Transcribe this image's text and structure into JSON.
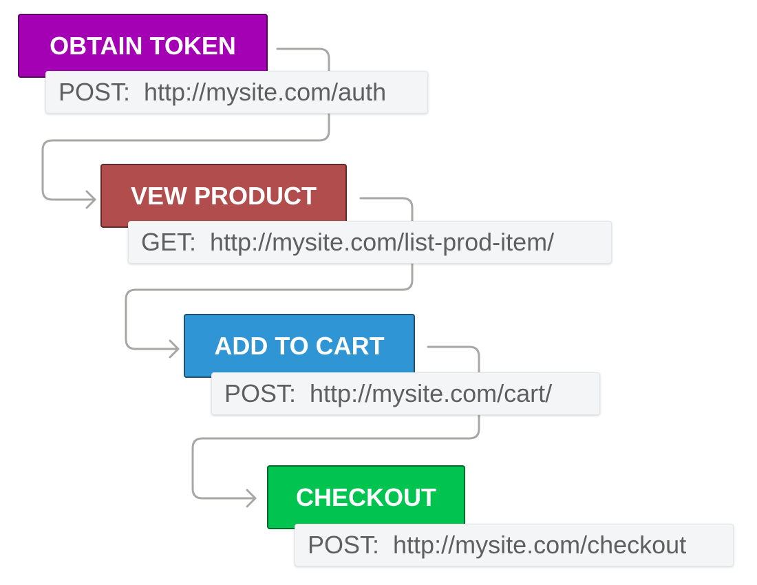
{
  "steps": [
    {
      "label": "OBTAIN TOKEN",
      "color": "#a400b4",
      "method": "POST:",
      "url": "http://mysite.com/auth"
    },
    {
      "label": "VEW PRODUCT",
      "color": "#b14d4d",
      "method": "GET:",
      "url": "http://mysite.com/list-prod-item/"
    },
    {
      "label": "ADD TO CART",
      "color": "#2f95d4",
      "method": "POST:",
      "url": "http://mysite.com/cart/"
    },
    {
      "label": "CHECKOUT",
      "color": "#00c44f",
      "method": "POST:",
      "url": "http://mysite.com/checkout"
    }
  ],
  "connector_color": "#a7a8a6"
}
